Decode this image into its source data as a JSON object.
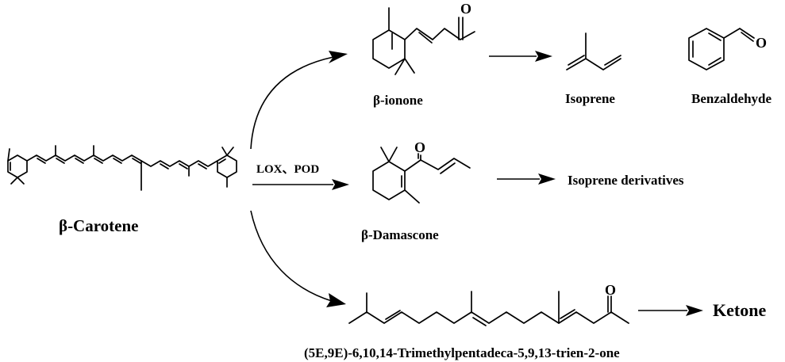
{
  "labels": {
    "carotene": "β-Carotene",
    "ionone": "β-ionone",
    "damascone": "β-Damascone",
    "isoprene": "Isoprene",
    "benzaldehyde": "Benzaldehyde",
    "isoprene_derivatives": "Isoprene derivatives",
    "enzymes": "LOX、POD",
    "trienone": "(5E,9E)-6,10,14-Trimethylpentadeca-5,9,13-trien-2-one",
    "ketone": "Ketone"
  },
  "atoms": {
    "oxygen": "O"
  }
}
